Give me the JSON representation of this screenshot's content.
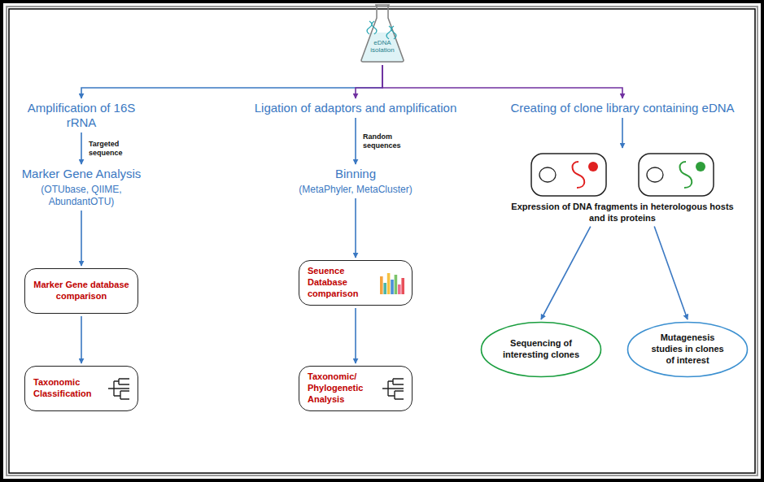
{
  "diagram": {
    "nodes": [
      {
        "text": [
          "eDNA isolation"
        ]
      },
      {
        "text": [
          "Amplification of 16S rRNA"
        ]
      },
      {
        "text": [
          "Marker Gene Analysis",
          "(OTUbase, QIIME, AbundantOTU)"
        ]
      },
      {
        "text": [
          "Marker Gene database comparison"
        ]
      },
      {
        "text": [
          "Taxonomic Classification"
        ]
      },
      {
        "text": [
          "Ligation of adaptors and amplification"
        ]
      },
      {
        "text": [
          "Binning",
          "(MetaPhyler, MetaCluster)"
        ]
      },
      {
        "text": [
          "Seuence Database comparison"
        ]
      },
      {
        "text": [
          "Taxonomic/ Phylogenetic Analysis"
        ]
      },
      {
        "text": [
          "Creating of clone library containing eDNA"
        ]
      },
      {
        "text": [
          "Expression of DNA fragments in heterologous hosts and its proteins"
        ]
      },
      {
        "text": [
          "Sequencing of interesting clones"
        ]
      },
      {
        "text": [
          "Mutagenesis studies in clones of interest"
        ]
      }
    ],
    "edges": [
      {
        "from": 0,
        "to": 1,
        "arrow": "to"
      },
      {
        "from": 0,
        "to": 5,
        "arrow": "to"
      },
      {
        "from": 0,
        "to": 9,
        "arrow": "to"
      },
      {
        "from": 1,
        "to": 2,
        "label": "Targeted sequence",
        "arrow": "to"
      },
      {
        "from": 2,
        "to": 3,
        "arrow": "to"
      },
      {
        "from": 3,
        "to": 4,
        "arrow": "to"
      },
      {
        "from": 5,
        "to": 6,
        "label": "Random sequences",
        "arrow": "to"
      },
      {
        "from": 6,
        "to": 7,
        "arrow": "to"
      },
      {
        "from": 7,
        "to": 8,
        "arrow": "to"
      },
      {
        "from": 9,
        "to": 10,
        "arrow": "to"
      },
      {
        "from": 10,
        "to": 11,
        "arrow": "to"
      },
      {
        "from": 10,
        "to": 12,
        "arrow": "to"
      }
    ]
  }
}
